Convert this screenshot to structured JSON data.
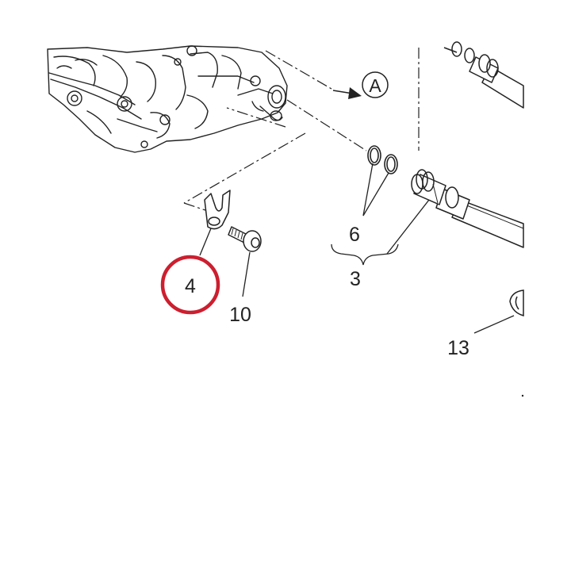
{
  "diagram": {
    "view_marker": "A",
    "callouts": [
      {
        "id": "4",
        "label": "4",
        "highlighted": true
      },
      {
        "id": "10",
        "label": "10"
      },
      {
        "id": "6",
        "label": "6"
      },
      {
        "id": "3",
        "label": "3"
      },
      {
        "id": "13",
        "label": "13"
      }
    ],
    "highlight_color": "#cc1f2f",
    "line_color": "#222222"
  }
}
